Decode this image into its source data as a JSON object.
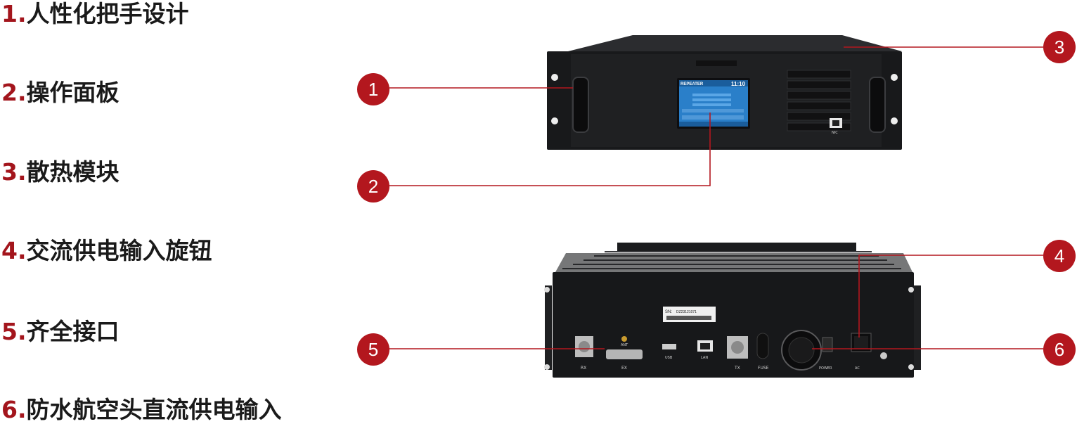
{
  "features": [
    {
      "num": "1.",
      "text": "人性化把手设计"
    },
    {
      "num": "2.",
      "text": "操作面板"
    },
    {
      "num": "3.",
      "text": "散热模块"
    },
    {
      "num": "4.",
      "text": "交流供电输入旋钮"
    },
    {
      "num": "5.",
      "text": "齐全接口"
    },
    {
      "num": "6.",
      "text": "防水航空头直流供电输入"
    }
  ],
  "callouts": [
    "1",
    "2",
    "3",
    "4",
    "5",
    "6"
  ],
  "colors": {
    "accent": "#b3171e",
    "feature_number": "#a3151c",
    "device_body": "#18191b"
  },
  "front_panel": {
    "screen": {
      "title": "REPEATER",
      "time": "11:10"
    },
    "port_label": "NIC"
  },
  "rear_panel": {
    "sn_label": "SN:",
    "sn_value": "DZ23121071",
    "port_labels": [
      "RX",
      "ANT",
      "EX",
      "USB",
      "LAN",
      "TX",
      "FUSE",
      "POWER",
      "AC"
    ]
  }
}
